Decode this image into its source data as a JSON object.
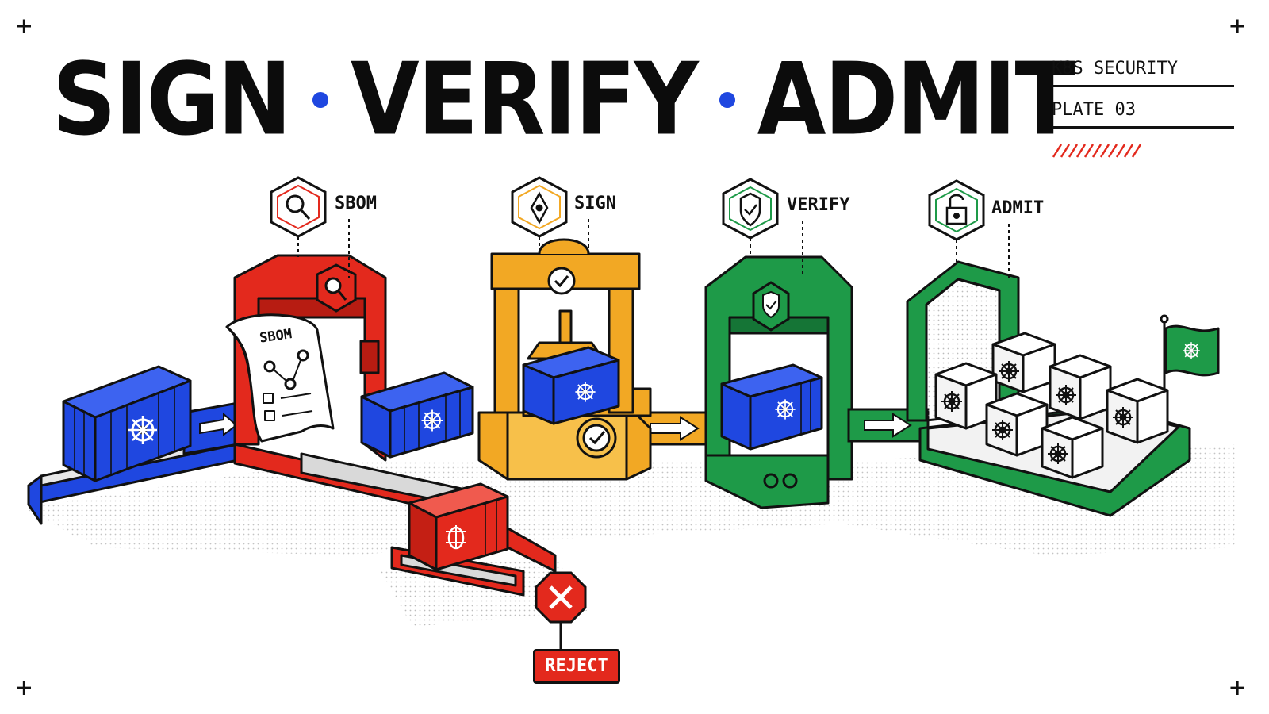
{
  "title": {
    "word1": "SIGN",
    "word2": "VERIFY",
    "word3": "ADMIT"
  },
  "plate": {
    "line1": "K8S SECURITY",
    "line2": "PLATE 03"
  },
  "stages": [
    {
      "label": "SBOM",
      "icon": "magnifier-icon",
      "color": "#e3291d"
    },
    {
      "label": "SIGN",
      "icon": "pen-nib-icon",
      "color": "#f2a824"
    },
    {
      "label": "VERIFY",
      "icon": "shield-check-icon",
      "color": "#1e9a48"
    },
    {
      "label": "ADMIT",
      "icon": "open-padlock-icon",
      "color": "#1e9a48"
    }
  ],
  "sbom_document": {
    "title": "SBOM"
  },
  "reject": {
    "label": "REJECT",
    "icon": "x-octagon-icon"
  },
  "colors": {
    "blue": "#1f47e0",
    "red": "#e3291d",
    "yellow": "#f2a824",
    "green": "#1e9a48",
    "ink": "#111111"
  },
  "corner_marks": [
    "+",
    "+",
    "+",
    "+"
  ]
}
